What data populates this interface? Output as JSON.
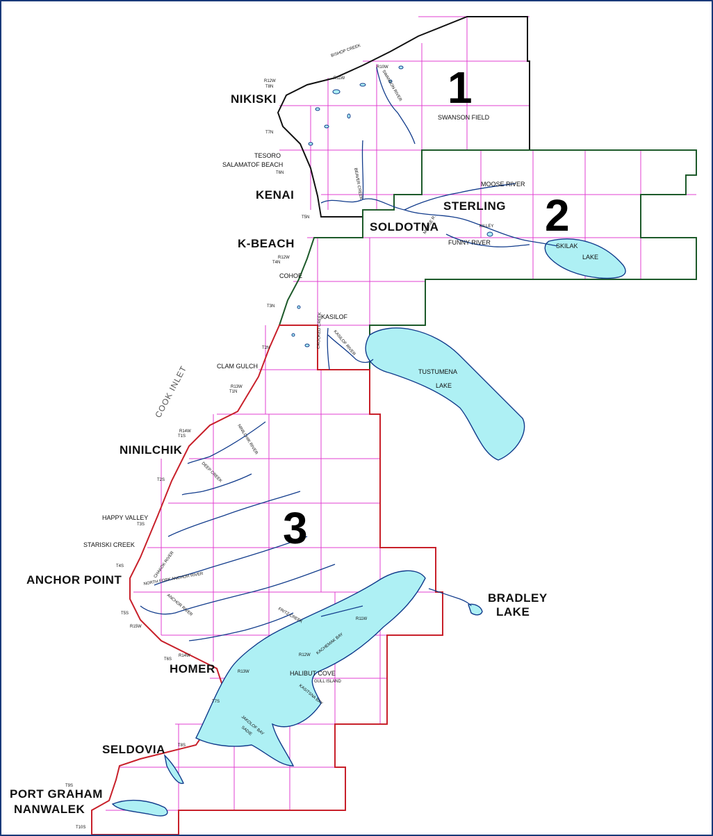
{
  "districts": {
    "d1": "1",
    "d2": "2",
    "d3": "3"
  },
  "communities": {
    "nikiski": "NIKISKI",
    "kenai": "KENAI",
    "soldotna": "SOLDOTNA",
    "sterling": "STERLING",
    "k_beach": "K-BEACH",
    "ninilchik": "NINILCHIK",
    "anchor_point": "ANCHOR POINT",
    "homer": "HOMER",
    "seldovia": "SELDOVIA",
    "port_graham": "PORT GRAHAM",
    "nanwalek": "NANWALEK",
    "bradley_1": "BRADLEY",
    "bradley_2": "LAKE"
  },
  "places": {
    "swanson_field": "SWANSON FIELD",
    "tesoro": "TESORO",
    "salamatof_beach": "SALAMATOF BEACH",
    "moose_river": "MOOSE RIVER",
    "funny_river": "FUNNY RIVER",
    "cohoe": "COHOE",
    "kasilof": "KASILOF",
    "clam_gulch": "CLAM GULCH",
    "happy_valley": "HAPPY VALLEY",
    "stariski_creek": "STARISKI CREEK",
    "fritz_creek": "FRITZ CREEK",
    "halibut_cove": "HALIBUT COVE",
    "kachemak_bay": "KACHEMAK BAY",
    "skilak_1": "SKILAK",
    "skilak_2": "LAKE",
    "tustumena_1": "TUSTUMENA",
    "tustumena_2": "LAKE",
    "cook_inlet": "COOK   INLET",
    "bishop_creek": "BISHOP CREEK",
    "swanson_river": "SWANSON RIVER",
    "ninilchik_river": "NINILCHIK RIVER",
    "deep_creek": "DEEP CREEK",
    "north_fork": "NORTH FORK ANCHOR RIVER",
    "anchor_river": "ANCHOR RIVER",
    "kasilof_river": "KASILOF RIVER",
    "crooked_creek": "CROOKED CREEK",
    "beaver_creek": "BEAVER CREEK",
    "killey": "KILLEY",
    "sadie": "SADIE",
    "gull_island": "GULL ISLAND",
    "kasitsna_bay": "KASITSNA BAY",
    "jakolof_bay": "JAKOLOF BAY",
    "chakok_river": "CHAKOK RIVER",
    "moose_r_small": "MOOSE R."
  },
  "grid_labels": {
    "r12w_a": "R12W",
    "t8n": "T8N",
    "r11w_a": "R11W",
    "r10w": "R10W",
    "t7n": "T7N",
    "t6n": "T6N",
    "t5n": "T5N",
    "r12w_b": "R12W",
    "t4n": "T4N",
    "t3n": "T3N",
    "t2n": "T2N",
    "r13w_a": "R13W",
    "t1n": "T1N",
    "r14w_a": "R14W",
    "t1s": "T1S",
    "t2s": "T2S",
    "t3s": "T3S",
    "t4s": "T4S",
    "t5s": "T5S",
    "r15w": "R15W",
    "t6s": "T6S",
    "r14w_b": "R14W",
    "r13w_b": "R13W",
    "r12w_c": "R12W",
    "r11w_b": "R11W",
    "t7s": "T7S",
    "t8s": "T8S",
    "t9s": "T9S",
    "t10s": "T10S"
  },
  "colors": {
    "district_1": "#111111",
    "district_2": "#1d5a2a",
    "district_3": "#c8202a",
    "grid": "#e23fd0",
    "water": "#aef0f4",
    "outline": "#123c8c"
  }
}
